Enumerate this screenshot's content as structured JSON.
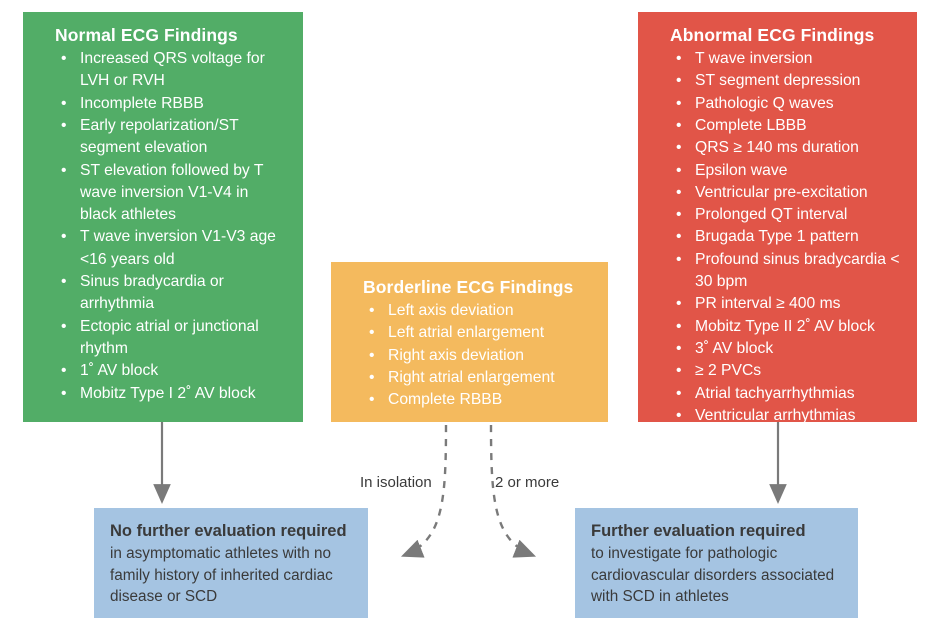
{
  "diagram": {
    "title_visible": false,
    "colors": {
      "normal": "#52ad67",
      "borderline": "#f4ba5e",
      "abnormal": "#e15548",
      "outcome": "#a5c4e2",
      "arrow": "#7a7a7a",
      "text_dark": "#3a3a3a",
      "text_light": "#ffffff"
    },
    "normal": {
      "title": "Normal ECG Findings",
      "bullet_glyph": "•",
      "items": [
        "Increased QRS voltage for LVH or RVH",
        "Incomplete RBBB",
        "Early repolarization/ST segment elevation",
        "ST elevation followed by T wave inversion V1-V4 in black athletes",
        "T wave inversion V1-V3 age <16 years old",
        "Sinus bradycardia or arrhythmia",
        "Ectopic atrial or junctional rhythm",
        "1˚ AV block",
        "Mobitz Type I 2˚ AV block"
      ]
    },
    "borderline": {
      "title": "Borderline ECG Findings",
      "bullet_glyph": "•",
      "items": [
        "Left axis deviation",
        "Left atrial enlargement",
        "Right axis deviation",
        "Right atrial enlargement",
        "Complete RBBB"
      ]
    },
    "abnormal": {
      "title": "Abnormal ECG Findings",
      "bullet_glyph": "•",
      "items": [
        "T wave inversion",
        "ST segment depression",
        "Pathologic Q waves",
        "Complete LBBB",
        "QRS ≥ 140 ms duration",
        "Epsilon wave",
        "Ventricular pre-excitation",
        "Prolonged QT interval",
        "Brugada Type 1 pattern",
        "Profound sinus bradycardia < 30 bpm",
        "PR interval ≥ 400 ms",
        "Mobitz Type II 2˚ AV block",
        "3˚ AV block",
        "≥ 2 PVCs",
        "Atrial tachyarrhythmias",
        "Ventricular arrhythmias"
      ]
    },
    "outcome_left": {
      "title": "No further evaluation required",
      "body": "in asymptomatic athletes with no family history of inherited cardiac disease or SCD"
    },
    "outcome_right": {
      "title": "Further evaluation required",
      "body": "to investigate for pathologic cardiovascular disorders associated with SCD in athletes"
    },
    "connectors": {
      "isolation_label": "In isolation",
      "two_or_more_label": "2 or more"
    }
  }
}
